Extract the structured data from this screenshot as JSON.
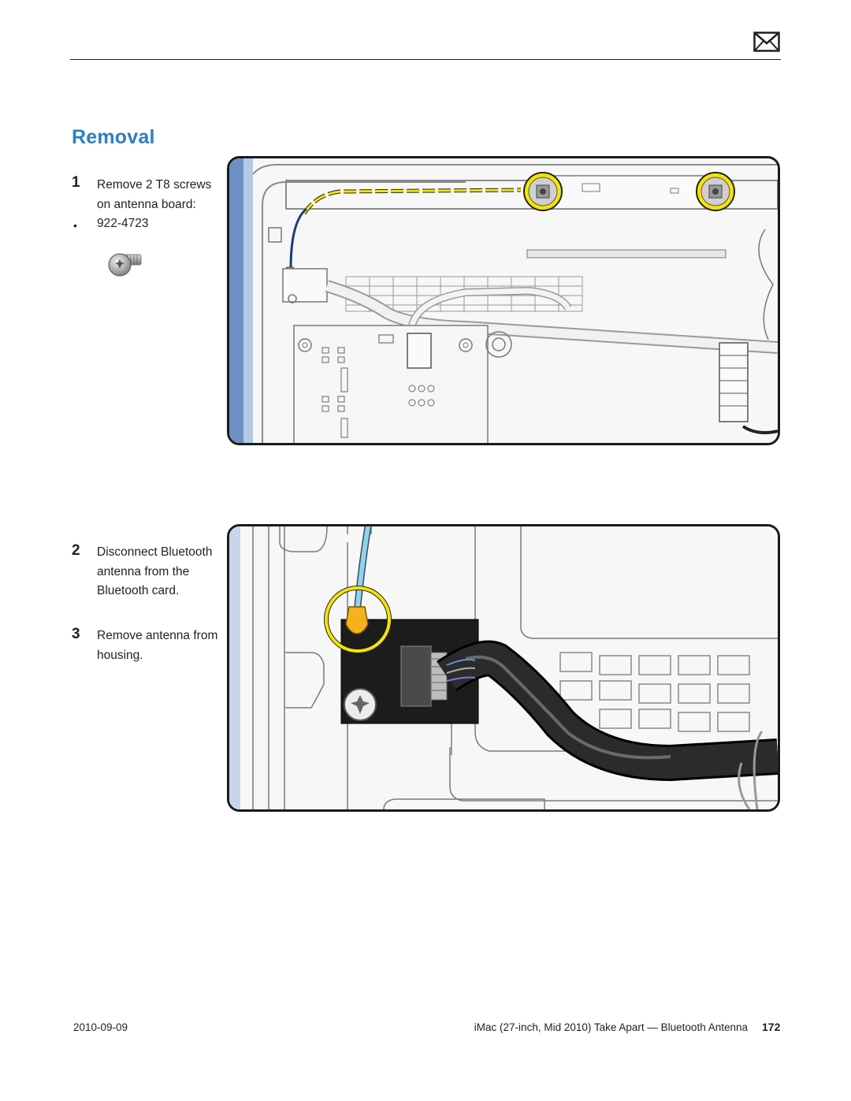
{
  "header": {
    "mail_icon": "envelope-icon"
  },
  "section_title": "Removal",
  "steps": [
    {
      "number": "1",
      "lines": [
        "Remove 2 T8 screws",
        "on antenna board:"
      ],
      "bullets": [
        "922-4723"
      ]
    },
    {
      "number": "2",
      "lines": [
        "Disconnect Bluetooth",
        "antenna from the",
        "Bluetooth card."
      ]
    },
    {
      "number": "3",
      "lines": [
        "Remove antenna from",
        "housing."
      ]
    }
  ],
  "footer": {
    "date": "2010-09-09",
    "doc_title": "iMac (27-inch, Mid 2010) Take Apart — Bluetooth Antenna",
    "page_number": "172"
  },
  "colors": {
    "title_blue": "#2d7fc2",
    "highlight_yellow": "#f5e500",
    "antenna_blue": "#8fd3f0",
    "connector_orange": "#f5b21a"
  }
}
